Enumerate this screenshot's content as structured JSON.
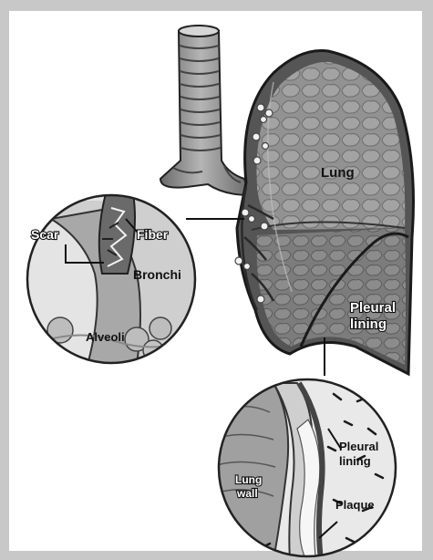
{
  "labels": {
    "lung": "Lung",
    "scar": "Scar",
    "fiber": "Fiber",
    "bronchi": "Bronchi",
    "alveoli": "Alveoli",
    "pleural_lining_main": [
      "Pleural",
      "lining"
    ],
    "pleural_lining_inset": [
      "Pleural",
      "lining"
    ],
    "lung_wall": [
      "Lung",
      "wall"
    ],
    "plaque": "Plaque"
  },
  "colors": {
    "lung_fill": "#8f8f8f",
    "lower_lobe": "#7a7a7a",
    "pleura": "#5e5e5e",
    "outline": "#1a1a1a",
    "inset_bg": "#e8e8e8",
    "frame": "#c8c8c8"
  }
}
